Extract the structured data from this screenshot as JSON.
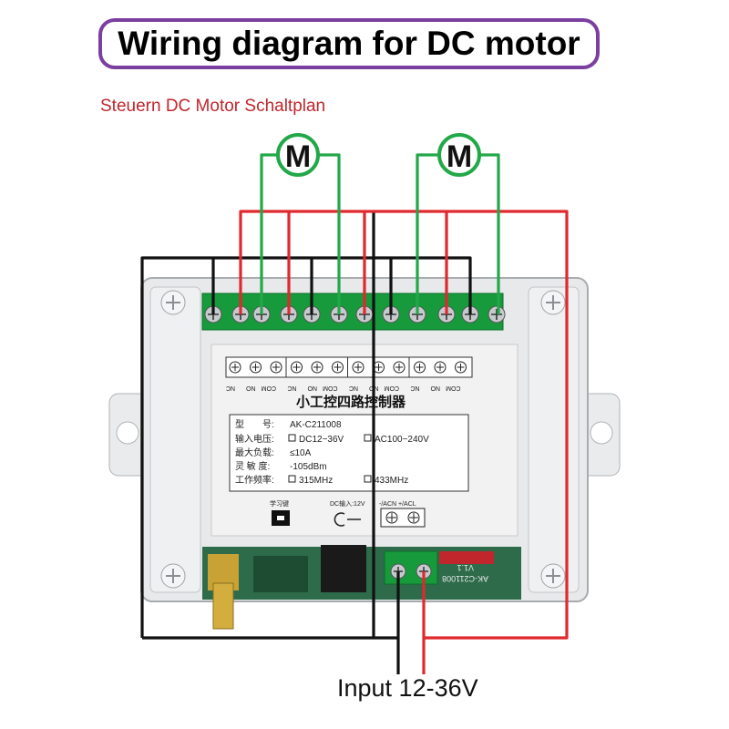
{
  "title": "Wiring diagram for DC motor",
  "subtitle": "Steuern DC Motor Schaltplan",
  "motor_label": "M",
  "input_label": "Input 12-36V",
  "terminal_labels": [
    "NC",
    "NO",
    "COM",
    "NC",
    "NO",
    "COM",
    "NC",
    "NO",
    "COM",
    "NC",
    "NO",
    "COM"
  ],
  "device": {
    "name": "小工控四路控制器",
    "model_key": "型　　号:",
    "model_val": "AK-C211008",
    "voltage_key": "输入电压:",
    "voltage_dc": "DC12~36V",
    "voltage_ac": "AC100~240V",
    "load_key": "最大负载:",
    "load_val": "≤10A",
    "sens_key": "灵 敏 度:",
    "sens_val": "-105dBm",
    "freq_key": "工作频率:",
    "freq_a": "315MHz",
    "freq_b": "433MHz",
    "learn_key": "学习键",
    "dc_input": "DC输入:12V",
    "power_terms": "-/ACN  +/ACL",
    "board_code": "AK-C211008",
    "board_ver": "V1.1"
  },
  "colors": {
    "title_border": "#7b3fa0",
    "subtitle": "#c0262c",
    "wire_red": "#e0292e",
    "wire_green": "#22a849",
    "wire_black": "#111111"
  }
}
